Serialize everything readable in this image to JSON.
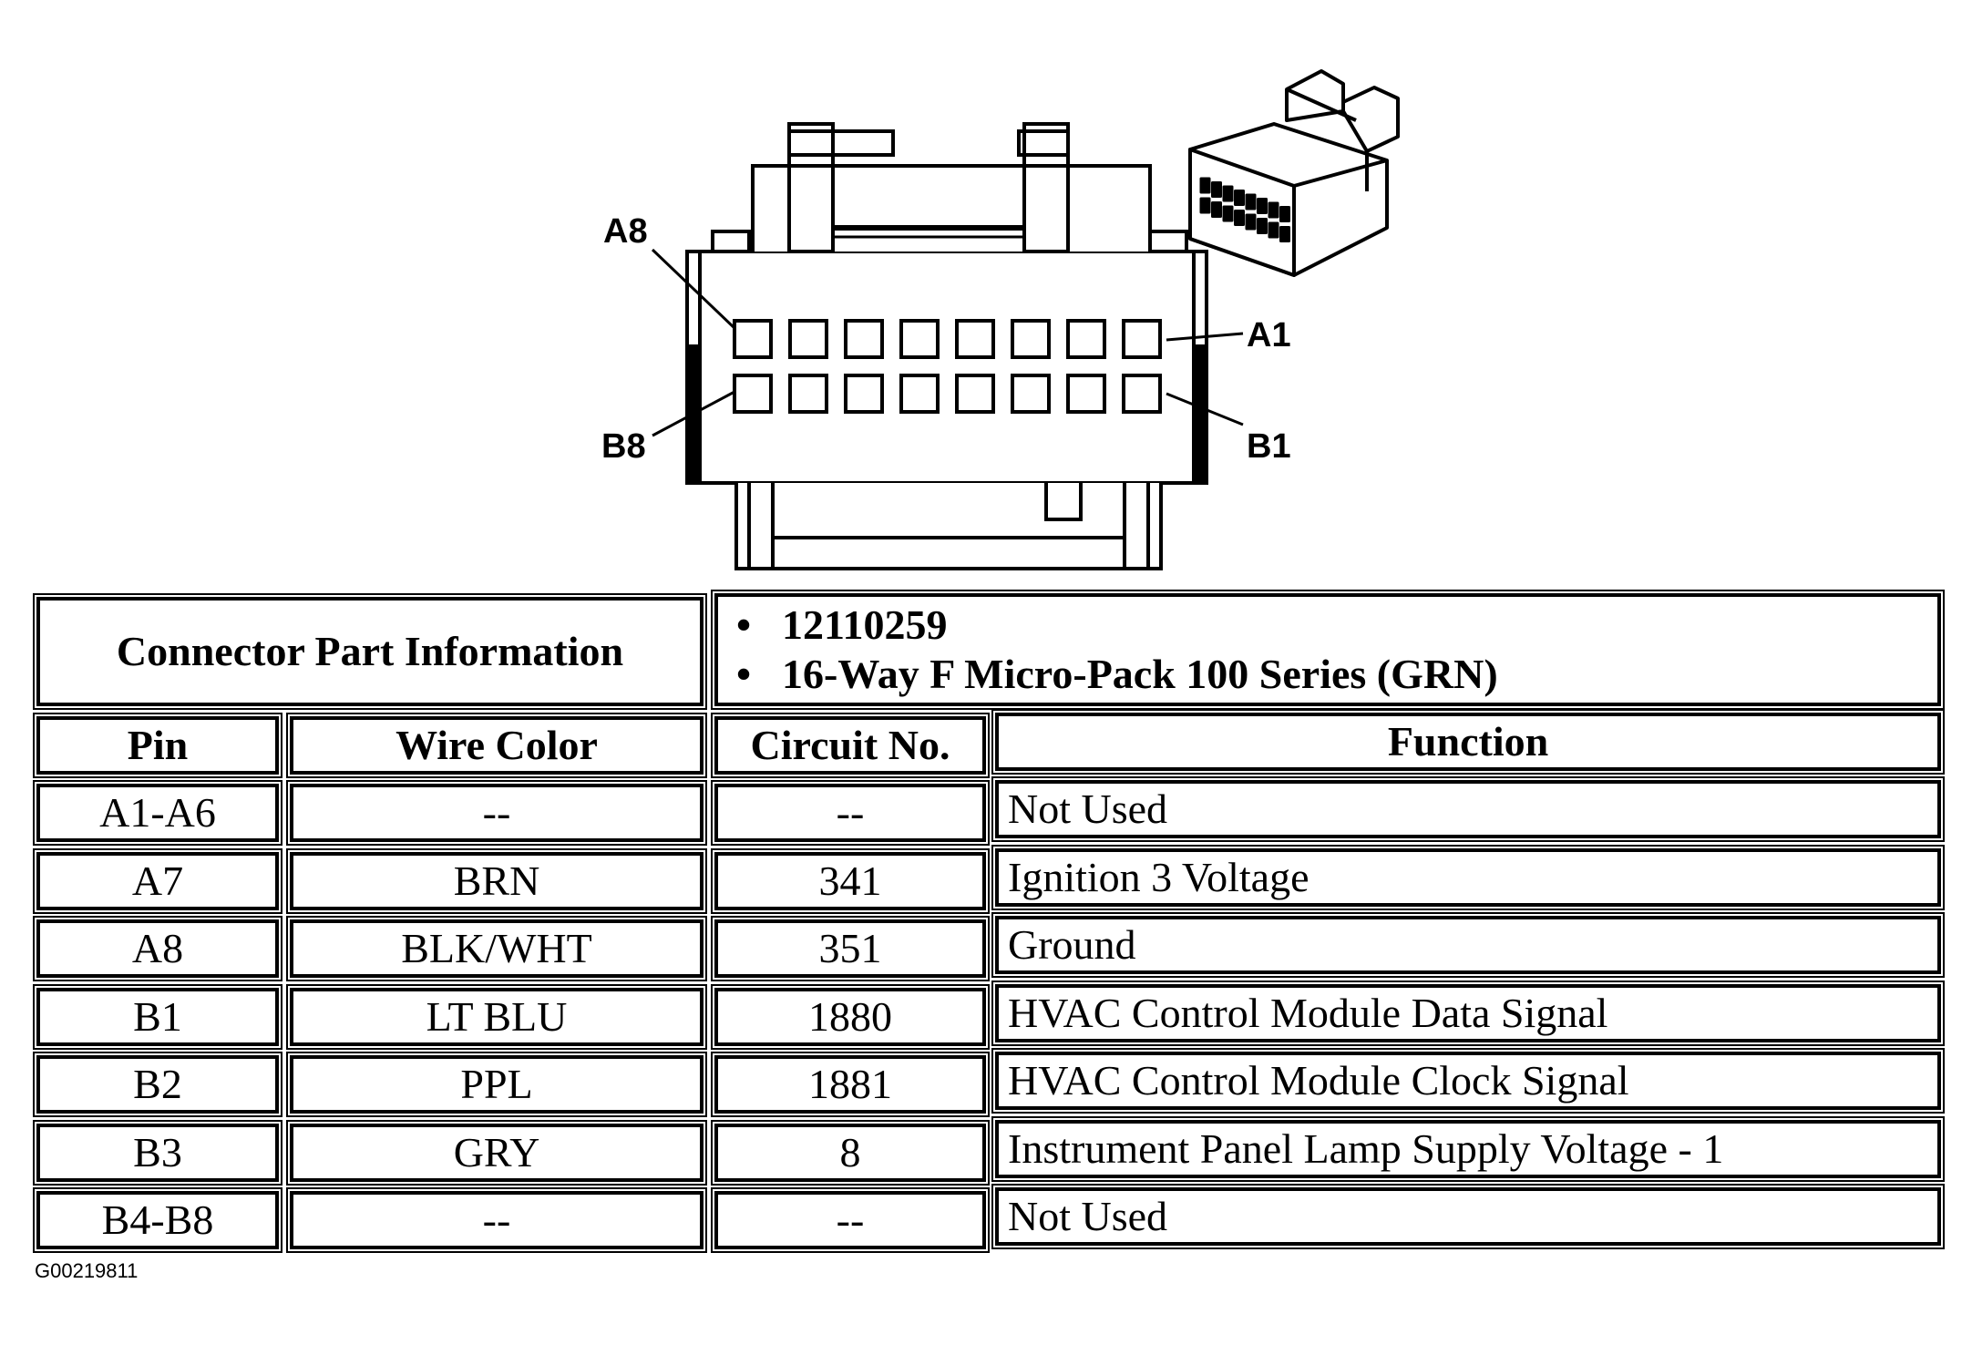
{
  "diagram": {
    "pin_labels": {
      "a8": "A8",
      "a1": "A1",
      "b8": "B8",
      "b1": "B1"
    },
    "cavities_per_row": 8,
    "rows": 2
  },
  "part_info": {
    "label": "Connector Part Information",
    "items": [
      "12110259",
      "16-Way F Micro-Pack 100 Series (GRN)"
    ]
  },
  "table": {
    "headers": {
      "pin": "Pin",
      "wire_color": "Wire Color",
      "circuit": "Circuit No.",
      "function": "Function"
    },
    "rows": [
      {
        "pin": "A1-A6",
        "wire_color": "--",
        "circuit": "--",
        "function": "Not Used"
      },
      {
        "pin": "A7",
        "wire_color": "BRN",
        "circuit": "341",
        "function": "Ignition 3 Voltage"
      },
      {
        "pin": "A8",
        "wire_color": "BLK/WHT",
        "circuit": "351",
        "function": "Ground"
      },
      {
        "pin": "B1",
        "wire_color": "LT BLU",
        "circuit": "1880",
        "function": "HVAC Control Module Data Signal"
      },
      {
        "pin": "B2",
        "wire_color": "PPL",
        "circuit": "1881",
        "function": "HVAC Control Module Clock Signal"
      },
      {
        "pin": "B3",
        "wire_color": "GRY",
        "circuit": "8",
        "function": "Instrument Panel Lamp Supply Voltage - 1"
      },
      {
        "pin": "B4-B8",
        "wire_color": "--",
        "circuit": "--",
        "function": "Not Used"
      }
    ]
  },
  "figure_code": "G00219811"
}
